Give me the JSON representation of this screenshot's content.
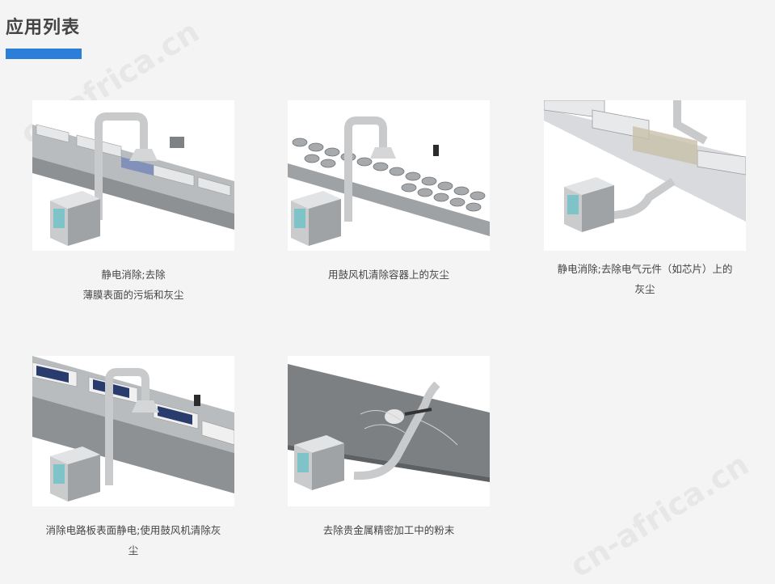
{
  "page": {
    "title": "应用列表",
    "accent_color": "#2c7ed8",
    "watermark": "cn-africa.cn"
  },
  "applications": [
    {
      "caption_lines": [
        "静电消除;去除",
        "薄膜表面的污垢和灰尘"
      ],
      "image": "blower-over-film-conveyor"
    },
    {
      "caption_lines": [
        "用鼓风机清除容器上的灰尘"
      ],
      "image": "blower-over-cup-conveyor"
    },
    {
      "caption_lines": [
        "静电消除;去除电气元件（如芯片）上的",
        "灰尘"
      ],
      "image": "blower-over-perforated-tray"
    },
    {
      "caption_lines": [
        "消除电路板表面静电;使用鼓风机清除灰",
        "尘"
      ],
      "image": "blower-over-pcb-conveyor"
    },
    {
      "caption_lines": [
        "去除贵金属精密加工中的粉末"
      ],
      "image": "blower-over-precision-machining"
    }
  ]
}
